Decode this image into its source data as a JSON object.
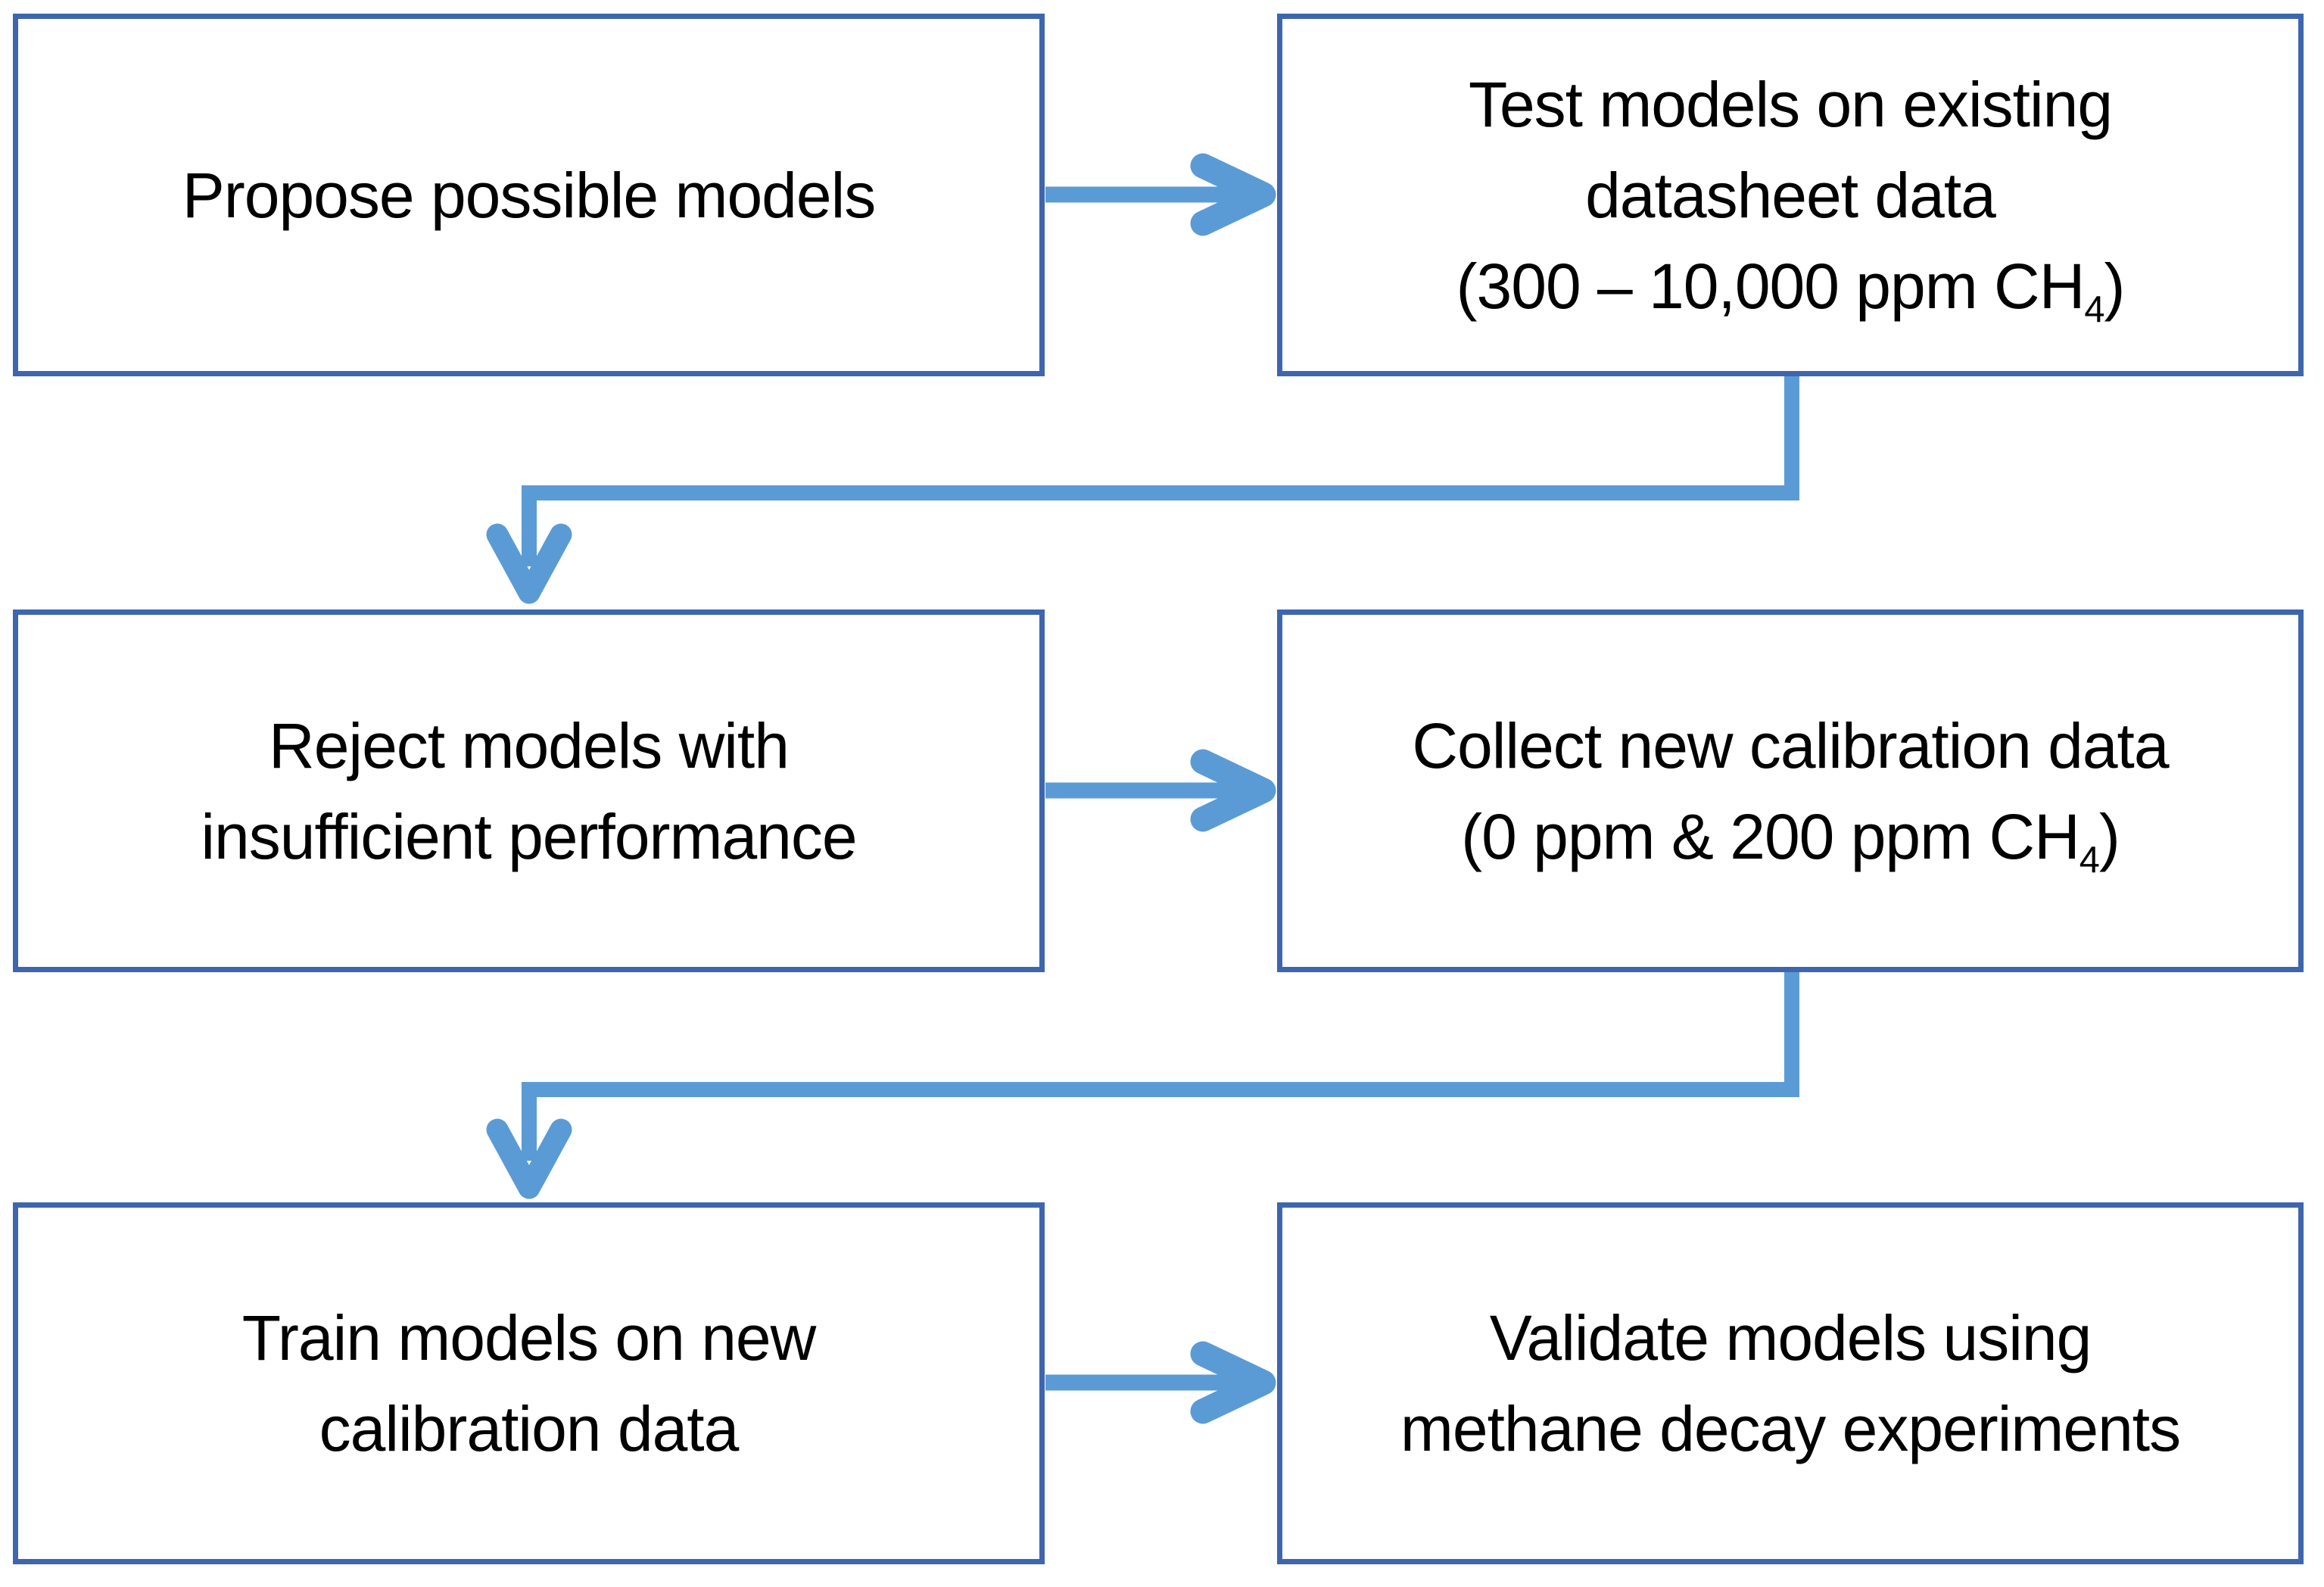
{
  "colors": {
    "box_border": "#3D66AE",
    "arrow": "#5B9BD5",
    "text": "#000000",
    "background": "#FFFFFF"
  },
  "boxes": [
    {
      "id": "propose-models",
      "lines": [
        "Propose possible models"
      ]
    },
    {
      "id": "test-models",
      "lines": [
        "Test models on existing",
        "datasheet data"
      ],
      "formula": {
        "pre": "(300 – 10,000 ppm CH",
        "sub": "4",
        "post": ")"
      }
    },
    {
      "id": "reject-models",
      "lines": [
        "Reject models with",
        "insufficient performance"
      ]
    },
    {
      "id": "collect-data",
      "lines": [
        "Collect new calibration data"
      ],
      "formula": {
        "pre": "(0 ppm & 200 ppm CH",
        "sub": "4",
        "post": ")"
      }
    },
    {
      "id": "train-models",
      "lines": [
        "Train models on new",
        "calibration data"
      ]
    },
    {
      "id": "validate-models",
      "lines": [
        "Validate models using",
        "methane decay experiments"
      ]
    }
  ],
  "connections": [
    {
      "from": "propose-models",
      "to": "test-models",
      "type": "arrow-right"
    },
    {
      "from": "test-models",
      "to": "reject-models",
      "type": "elbow-down"
    },
    {
      "from": "reject-models",
      "to": "collect-data",
      "type": "arrow-right"
    },
    {
      "from": "collect-data",
      "to": "train-models",
      "type": "elbow-down"
    },
    {
      "from": "train-models",
      "to": "validate-models",
      "type": "arrow-right"
    }
  ]
}
